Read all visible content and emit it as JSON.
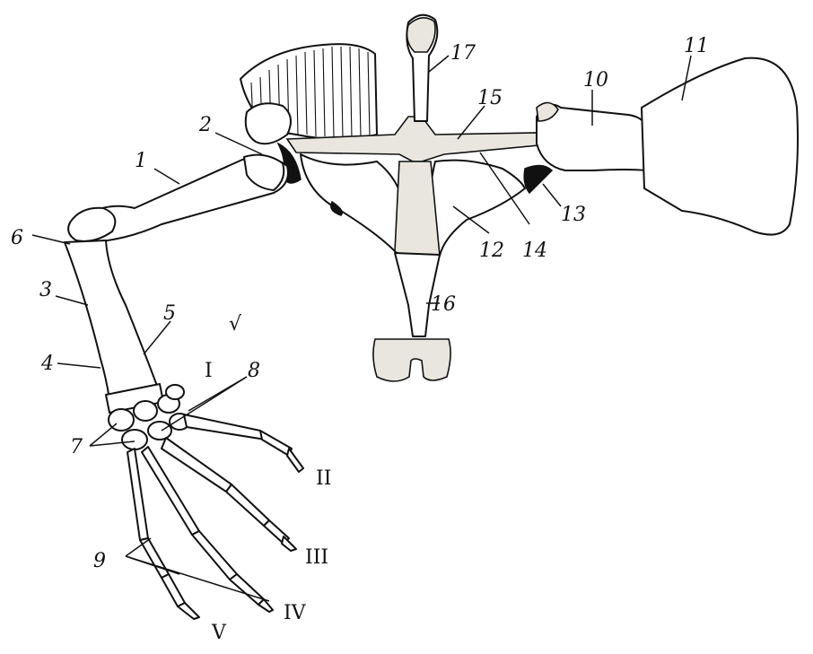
{
  "figure": {
    "title": "",
    "panel_label": "I",
    "check_mark": "√",
    "labels": [
      {
        "id": "1",
        "text": "1"
      },
      {
        "id": "2",
        "text": "2"
      },
      {
        "id": "3",
        "text": "3"
      },
      {
        "id": "4",
        "text": "4"
      },
      {
        "id": "5",
        "text": "5"
      },
      {
        "id": "6",
        "text": "6"
      },
      {
        "id": "7",
        "text": "7"
      },
      {
        "id": "8",
        "text": "8"
      },
      {
        "id": "9",
        "text": "9"
      },
      {
        "id": "10",
        "text": "10"
      },
      {
        "id": "11",
        "text": "11"
      },
      {
        "id": "12",
        "text": "12"
      },
      {
        "id": "13",
        "text": "13"
      },
      {
        "id": "14",
        "text": "14"
      },
      {
        "id": "15",
        "text": "15"
      },
      {
        "id": "16",
        "text": "16"
      },
      {
        "id": "17",
        "text": "17"
      }
    ],
    "digits": [
      {
        "id": "II",
        "text": "II"
      },
      {
        "id": "III",
        "text": "III"
      },
      {
        "id": "IV",
        "text": "IV"
      },
      {
        "id": "V",
        "text": "V"
      }
    ]
  }
}
